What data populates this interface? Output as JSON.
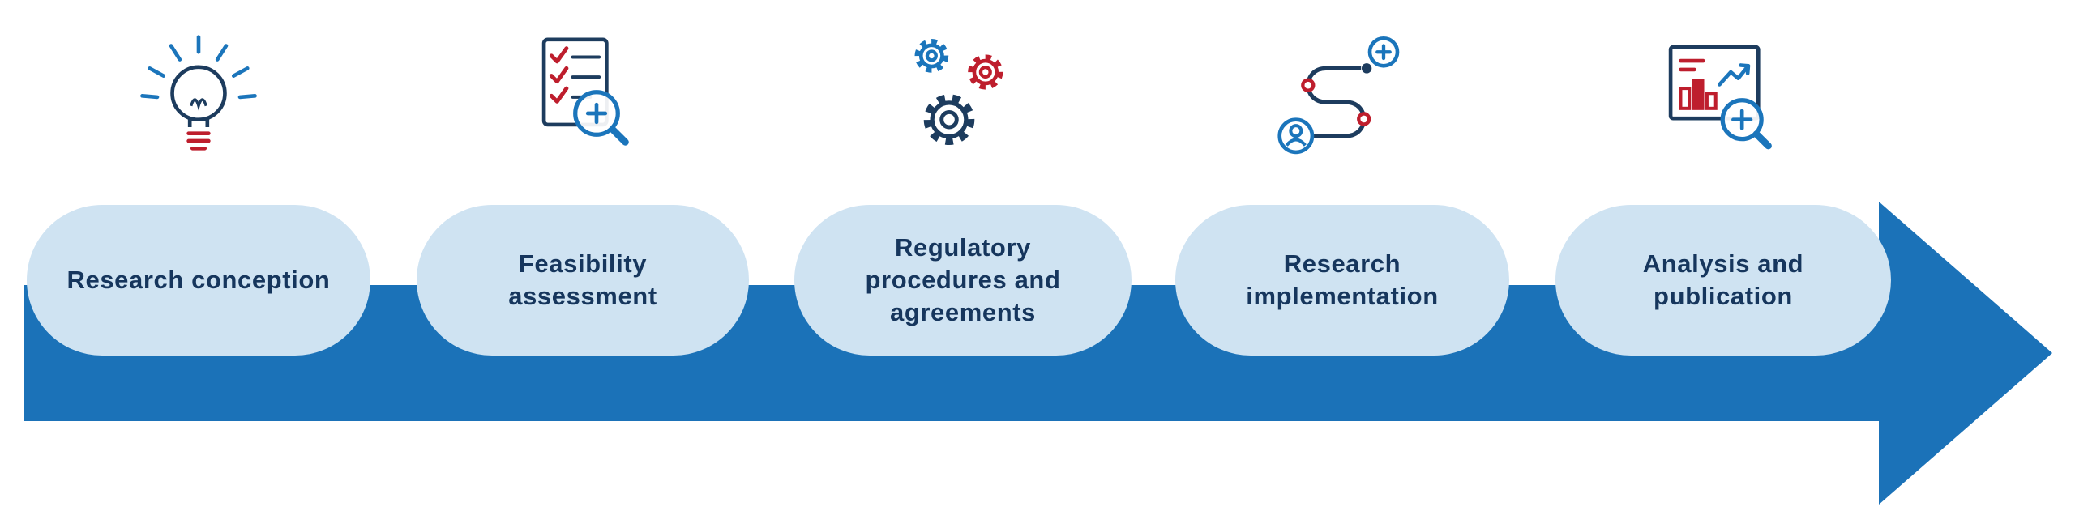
{
  "diagram": {
    "stages": [
      {
        "label": "Research conception",
        "icon": "lightbulb-idea-icon"
      },
      {
        "label": "Feasibility assessment",
        "icon": "checklist-magnifier-icon"
      },
      {
        "label": "Regulatory procedures and agreements",
        "icon": "gears-icon"
      },
      {
        "label": "Research implementation",
        "icon": "journey-path-icon"
      },
      {
        "label": "Analysis and publication",
        "icon": "chart-magnifier-icon"
      }
    ],
    "colors": {
      "arrow_blue": "#1b72b8",
      "pill_light_blue": "#cfe3f2",
      "label_navy": "#16365d",
      "icon_navy": "#1d3c5e",
      "icon_blue": "#1b75bb",
      "icon_red": "#be1e2d"
    }
  }
}
